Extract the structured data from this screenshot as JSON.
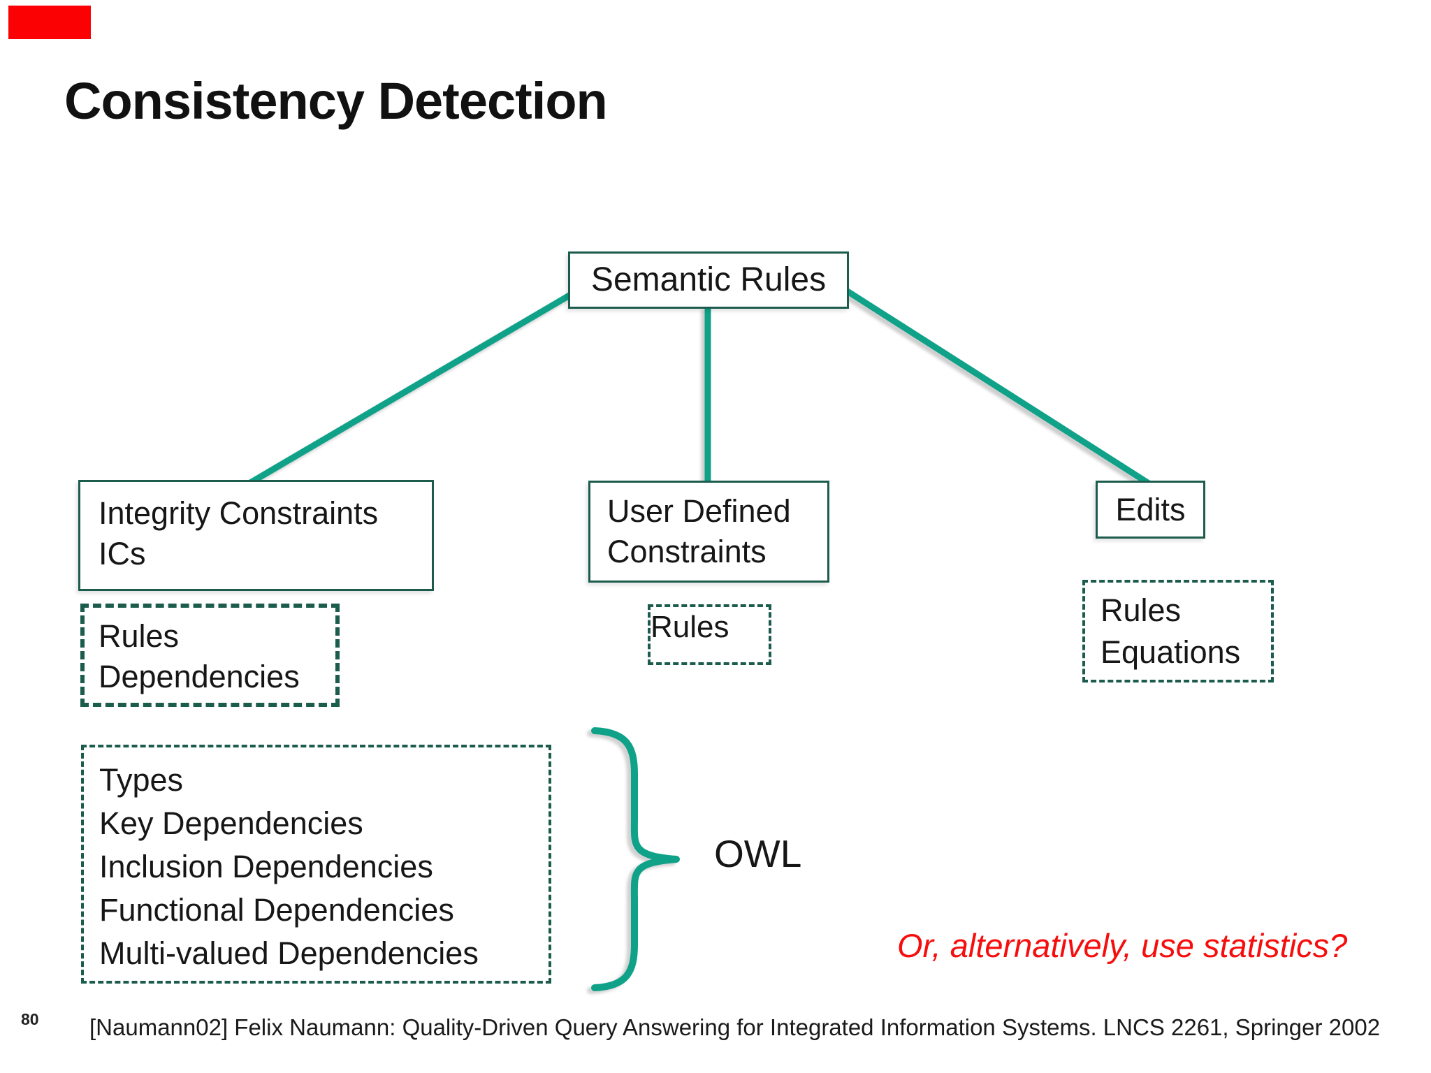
{
  "slide": {
    "title": "Consistency Detection",
    "page_number": "80",
    "citation": "[Naumann02] Felix Naumann: Quality-Driven Query Answering for Integrated Information Systems. LNCS 2261, Springer 2002",
    "red_note": "Or, alternatively, use statistics?"
  },
  "diagram": {
    "root_label": "Semantic Rules",
    "integrity": {
      "line1": "Integrity Constraints",
      "line2": "ICs"
    },
    "user_defined": {
      "line1": "User Defined",
      "line2": "Constraints"
    },
    "edits_label": "Edits",
    "rules_dependencies": {
      "line1": "Rules",
      "line2": "Dependencies"
    },
    "rules_label": "Rules",
    "rules_equations": {
      "line1": "Rules",
      "line2": "Equations"
    },
    "list": {
      "items": [
        "Types",
        "Key Dependencies",
        "Inclusion Dependencies",
        "Functional Dependencies",
        "Multi-valued Dependencies"
      ]
    },
    "owl_label": "OWL"
  },
  "colors": {
    "connector": "#0fa289",
    "box_border": "#1c5c4d",
    "note_red": "#f60d0d",
    "marker_red": "#fb0104"
  }
}
